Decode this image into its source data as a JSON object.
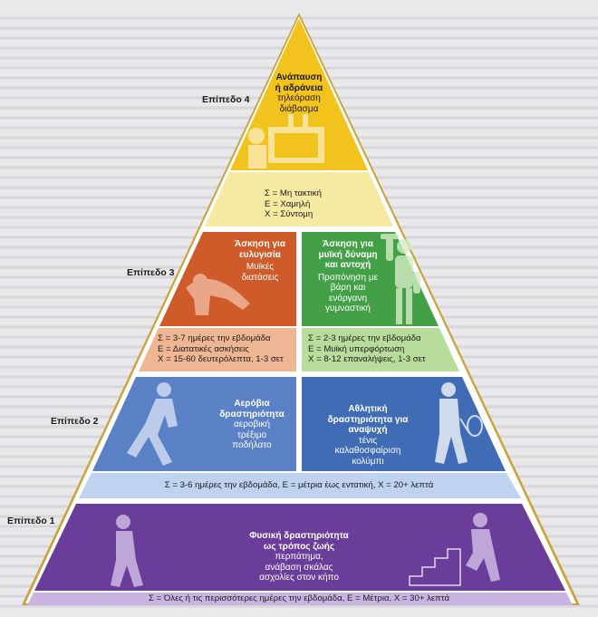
{
  "levels": {
    "l4": "Επίπεδο 4",
    "l3": "Επίπεδο 3",
    "l2": "Επίπεδο 2",
    "l1": "Επίπεδο 1"
  },
  "tier4": {
    "title1": "Ανάπαυση",
    "title2": "ή αδράνεια",
    "sub1": "τηλεόραση",
    "sub2": "διάβασμα",
    "stat_s": "Σ = Μη τακτική",
    "stat_e": "Ε = Χαμηλή",
    "stat_x": "Χ = Σύντομη"
  },
  "tier3": {
    "left": {
      "title1": "Άσκηση για",
      "title2": "ευλυγισία",
      "sub1": "Μυϊκές",
      "sub2": "διατάσεις",
      "stat_s": "Σ = 3-7 ημέρες την εβδομάδα",
      "stat_e": "Ε = Διατατικές ασκήσεις",
      "stat_x": "Χ = 15-60 δευτερόλεπτα, 1-3 σετ"
    },
    "right": {
      "title1": "Άσκηση για",
      "title2": "μυϊκή δύναμη",
      "title3": "και αντοχή",
      "sub1": "Προπόνηση με",
      "sub2": "βάρη και",
      "sub3": "ενόργανη",
      "sub4": "γυμναστική",
      "stat_s": "Σ = 2-3 ημέρες την εβδομάδα",
      "stat_e": "Ε = Μυϊκή υπερφόρτωση",
      "stat_x": "Χ = 8-12 επαναλήψεις, 1-3 σετ"
    }
  },
  "tier2": {
    "left": {
      "title1": "Αερόβια",
      "title2": "δραστηριότητα",
      "sub1": "αεροβική",
      "sub2": "τρέξιμο",
      "sub3": "ποδήλατο"
    },
    "right": {
      "title1": "Αθλητική",
      "title2": "δραστηριότητα για",
      "title3": "αναψυχή",
      "sub1": "τένις",
      "sub2": "καλαθοσφαίριση",
      "sub3": "κολύμπι"
    },
    "stat": "Σ = 3-6 ημέρες την εβδομάδα, Ε = μέτρια έως εντατική, Χ = 20+ λεπτά"
  },
  "tier1": {
    "title1": "Φυσική δραστηριότητα",
    "title2": "ως τρόπος ζωής",
    "sub1": "περπάτημα,",
    "sub2": "ανάβαση σκάλας",
    "sub3": "ασχολίες στον κήπο",
    "stat": "Σ = Όλες ή τις περισσότερες ημέρες την εβδομάδα, Ε = Μέτρια, Χ = 30+ λεπτά"
  },
  "colors": {
    "yellow": "#f2c21d",
    "yellow_band": "#f6e9a2",
    "orange": "#cf5a2a",
    "orange_band": "#efb694",
    "green": "#43a047",
    "green_band": "#b8dc9c",
    "blue": "#5a80c6",
    "blue_mid": "#3f6cb5",
    "blue_band": "#bfd2ef",
    "purple": "#6b3d9a",
    "purple_band": "#c9b4e1"
  }
}
